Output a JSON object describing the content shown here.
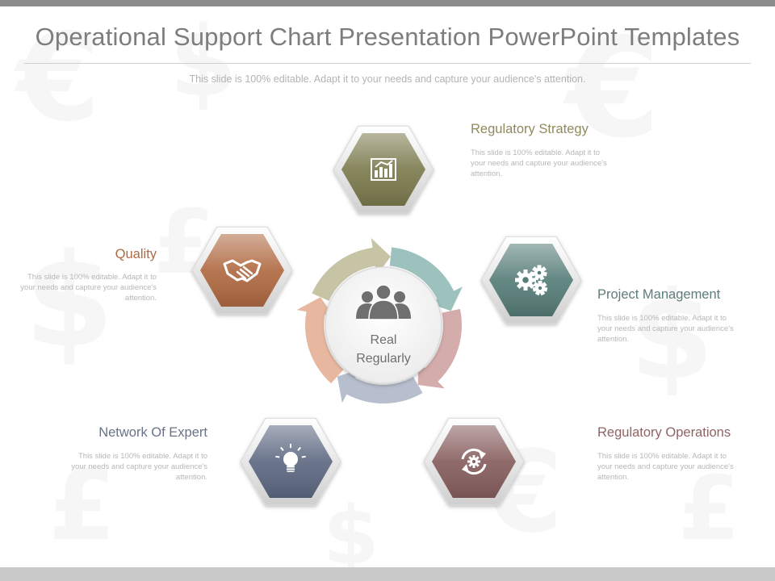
{
  "slide": {
    "title": "Operational Support Chart Presentation PowerPoint Templates",
    "subtitle": "This slide is 100% editable. Adapt it to your needs and capture your audience's attention."
  },
  "center": {
    "line1": "Real",
    "line2": "Regularly",
    "icon": "team-icon"
  },
  "items": [
    {
      "label": "Regulatory Strategy",
      "description": "This slide is 100% editable. Adapt it to your needs and capture your audience's attention.",
      "icon": "growth-chart-icon",
      "color": "#7c7b4e",
      "label_color": "#8e8a5e",
      "arrow_color": "#c4c1a1"
    },
    {
      "label": "Project Management",
      "description": "This slide is 100% editable. Adapt it to your needs and capture your audience's attention.",
      "icon": "gears-icon",
      "color": "#567d78",
      "label_color": "#5e7d79",
      "arrow_color": "#98bfba"
    },
    {
      "label": "Regulatory Operations",
      "description": "This slide is 100% editable. Adapt it to your needs and capture your audience's attention.",
      "icon": "sync-gear-icon",
      "color": "#875e5e",
      "label_color": "#8e6464",
      "arrow_color": "#d2a8a8"
    },
    {
      "label": "Network Of Expert",
      "description": "This slide is 100% editable. Adapt it to your needs and capture your audience's attention.",
      "icon": "lightbulb-icon",
      "color": "#5d6982",
      "label_color": "#6a7288",
      "arrow_color": "#b3bacb"
    },
    {
      "label": "Quality",
      "description": "This slide is 100% editable. Adapt it to your needs and capture your audience's attention.",
      "icon": "handshake-icon",
      "color": "#b06a42",
      "label_color": "#b06a42",
      "arrow_color": "#e6b49a"
    }
  ]
}
